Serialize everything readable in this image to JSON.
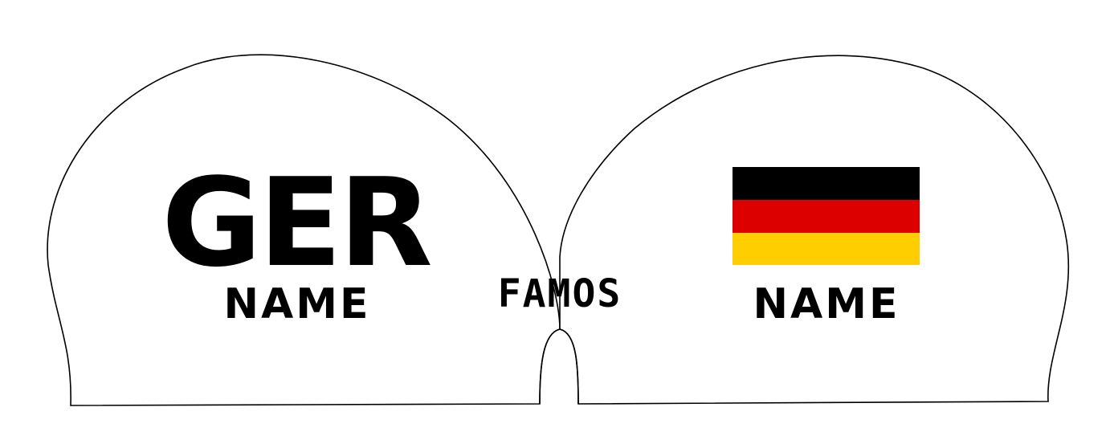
{
  "left_side": {
    "country_code": "GER",
    "name_label": "NAME"
  },
  "center": {
    "brand": "FAMOS"
  },
  "right_side": {
    "name_label": "NAME",
    "flag": {
      "country": "Germany",
      "stripes": [
        "#000000",
        "#DD0000",
        "#FFCE00"
      ]
    }
  }
}
